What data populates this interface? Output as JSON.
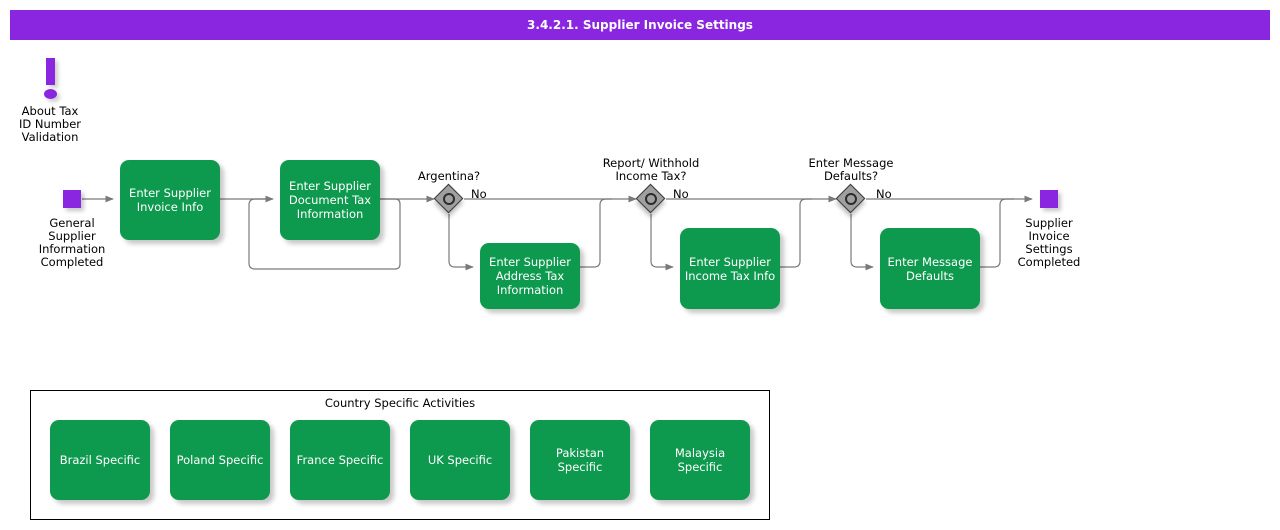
{
  "title": {
    "text": "3.4.2.1. Supplier Invoice Settings"
  },
  "colors": {
    "banner_purple": "#8a25e0",
    "task_green": "#0e9a4e",
    "event_purple": "#8a25e0",
    "gateway_gray": "#a0a0a0",
    "gateway_border": "#3a3a3a",
    "text_white": "#ffffff",
    "text_black": "#000000"
  },
  "annotation": {
    "icon": "exclamation-icon",
    "label": "About Tax\nID Number\nValidation"
  },
  "events": [
    {
      "id": "start-event",
      "name": "general-supplier-information-completed",
      "label": "General\nSupplier\nInformation\nCompleted",
      "type": "start"
    },
    {
      "id": "end-event",
      "name": "supplier-invoice-settings-completed",
      "label": "Supplier\nInvoice\nSettings\nCompleted",
      "type": "end"
    }
  ],
  "tasks": [
    {
      "id": "task-invoice-info",
      "label": "Enter Supplier\nInvoice Info"
    },
    {
      "id": "task-document-tax",
      "label": "Enter Supplier\nDocument Tax\nInformation"
    },
    {
      "id": "task-address-tax",
      "label": "Enter Supplier\nAddress Tax\nInformation"
    },
    {
      "id": "task-income-tax",
      "label": "Enter Supplier\nIncome Tax Info"
    },
    {
      "id": "task-message-defaults",
      "label": "Enter Message\nDefaults"
    }
  ],
  "gateways": [
    {
      "id": "gw-argentina",
      "label": "Argentina?",
      "flow_label": "No"
    },
    {
      "id": "gw-income-tax",
      "label": "Report/ Withhold\nIncome Tax?",
      "flow_label": "No"
    },
    {
      "id": "gw-message",
      "label": "Enter Message\nDefaults?",
      "flow_label": "No"
    }
  ],
  "group": {
    "title": "Country Specific Activities",
    "items": [
      {
        "id": "country-brazil",
        "label": "Brazil Specific"
      },
      {
        "id": "country-poland",
        "label": "Poland Specific"
      },
      {
        "id": "country-france",
        "label": "France Specific"
      },
      {
        "id": "country-uk",
        "label": "UK Specific"
      },
      {
        "id": "country-pakistan",
        "label": "Pakistan Specific"
      },
      {
        "id": "country-malaysia",
        "label": "Malaysia\nSpecific"
      }
    ]
  }
}
